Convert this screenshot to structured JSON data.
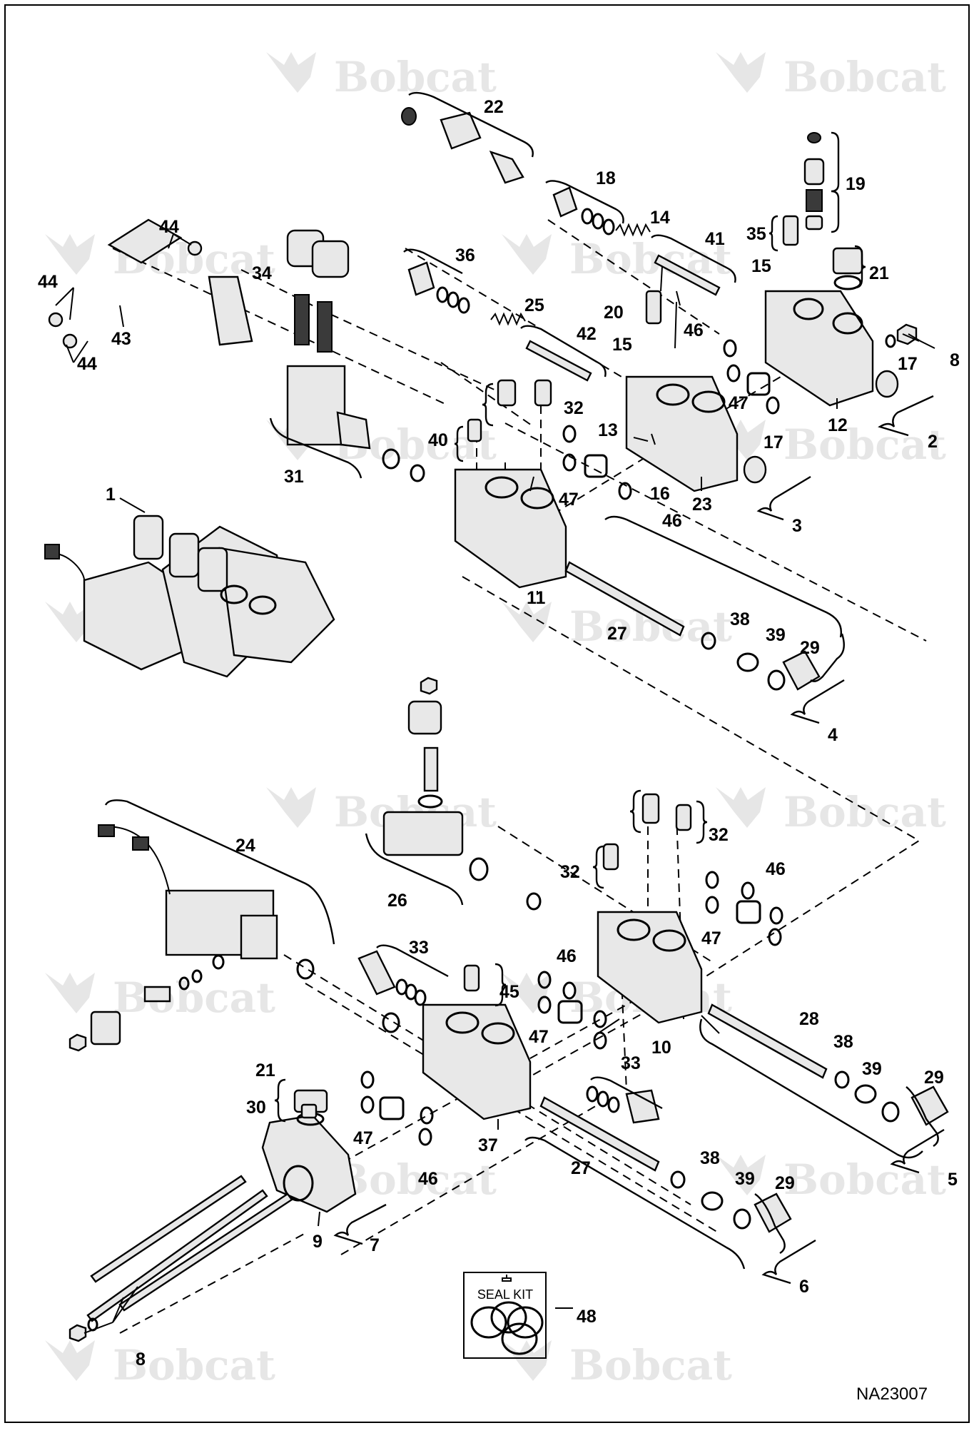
{
  "brand": "Bobcat",
  "drawing_ref": "NA23007",
  "seal_kit_label": "SEAL KIT",
  "colors": {
    "ink": "#000000",
    "watermark": "#e6e6e6",
    "fill": "#e8e8e8"
  },
  "callouts": [
    "1",
    "2",
    "3",
    "4",
    "5",
    "6",
    "7",
    "8",
    "8",
    "9",
    "10",
    "11",
    "12",
    "13",
    "14",
    "15",
    "15",
    "16",
    "17",
    "17",
    "18",
    "19",
    "20",
    "21",
    "21",
    "22",
    "23",
    "24",
    "25",
    "26",
    "27",
    "27",
    "28",
    "29",
    "29",
    "29",
    "30",
    "31",
    "32",
    "32",
    "32",
    "32",
    "33",
    "33",
    "34",
    "35",
    "36",
    "37",
    "38",
    "38",
    "38",
    "39",
    "39",
    "39",
    "40",
    "41",
    "42",
    "43",
    "44",
    "44",
    "44",
    "44",
    "45",
    "46",
    "46",
    "46",
    "46",
    "46",
    "47",
    "47",
    "47",
    "47",
    "47",
    "48"
  ]
}
